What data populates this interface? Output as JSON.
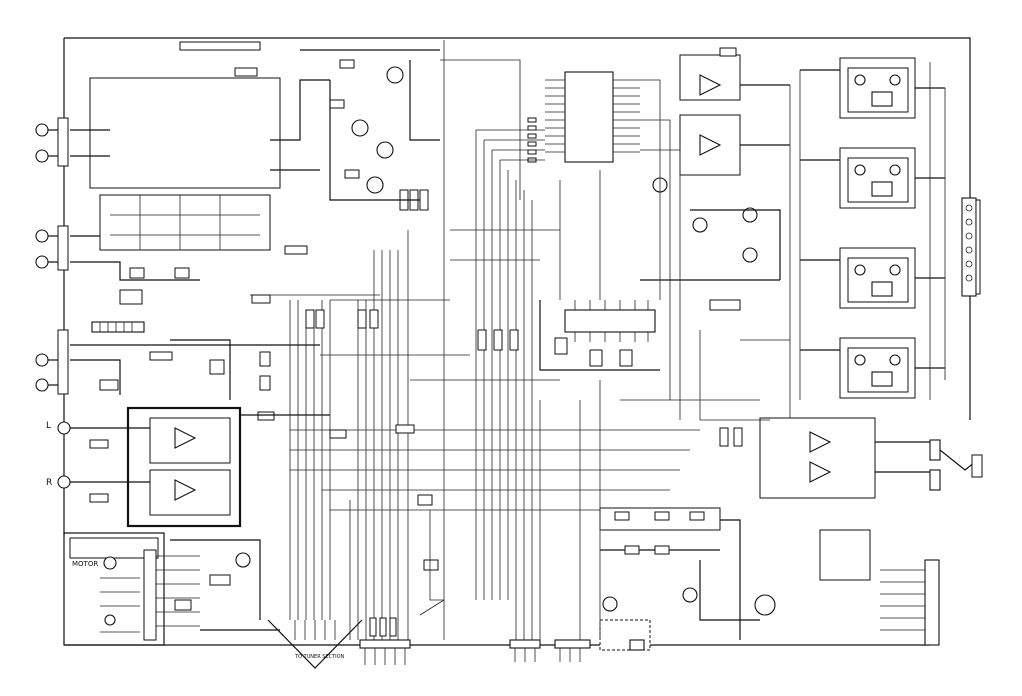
{
  "labels": {
    "left_channel": "L",
    "right_channel": "R",
    "tuner_section": "TO TUNER SECTION",
    "motor": "MOTOR",
    "jack_l": "L",
    "jack_r": "R"
  }
}
